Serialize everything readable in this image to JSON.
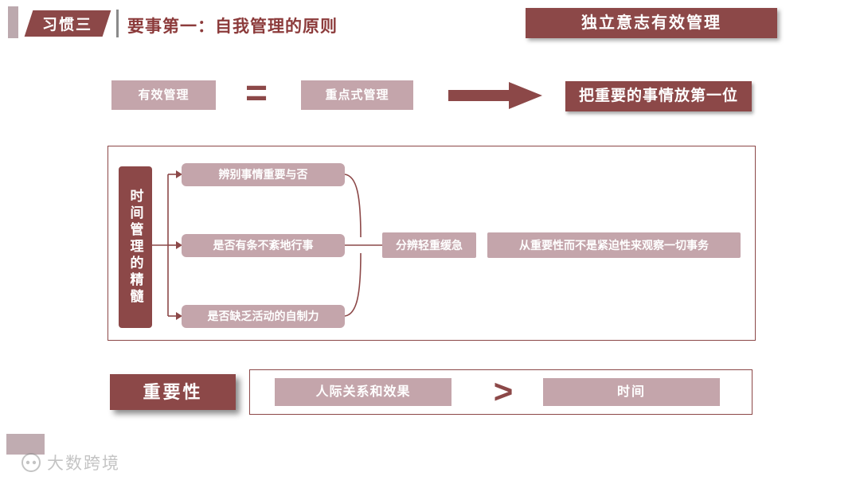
{
  "header": {
    "badge": "习惯三",
    "title": "要事第一：自我管理的原则",
    "tagline": "独立意志有效管理"
  },
  "formula": {
    "box_left": "有效管理",
    "equals": "=",
    "box_middle": "重点式管理",
    "result": "把重要的事情放第一位"
  },
  "essence": {
    "vertical_label": "时间管理的精髓",
    "items": [
      "辨别事情重要与否",
      "是否有条不紊地行事",
      "是否缺乏活动的自制力"
    ],
    "conclusion": "分辨轻重缓急",
    "note": "从重要性而不是紧迫性来观察一切事务"
  },
  "comparison": {
    "label": "重要性",
    "left": "人际关系和效果",
    "operator": ">",
    "right": "时间"
  },
  "watermark": {
    "text": "大数跨境"
  },
  "colors": {
    "dark": "#8c4848",
    "mauve": "#c4a5ab",
    "title_red": "#8c3b3b"
  }
}
